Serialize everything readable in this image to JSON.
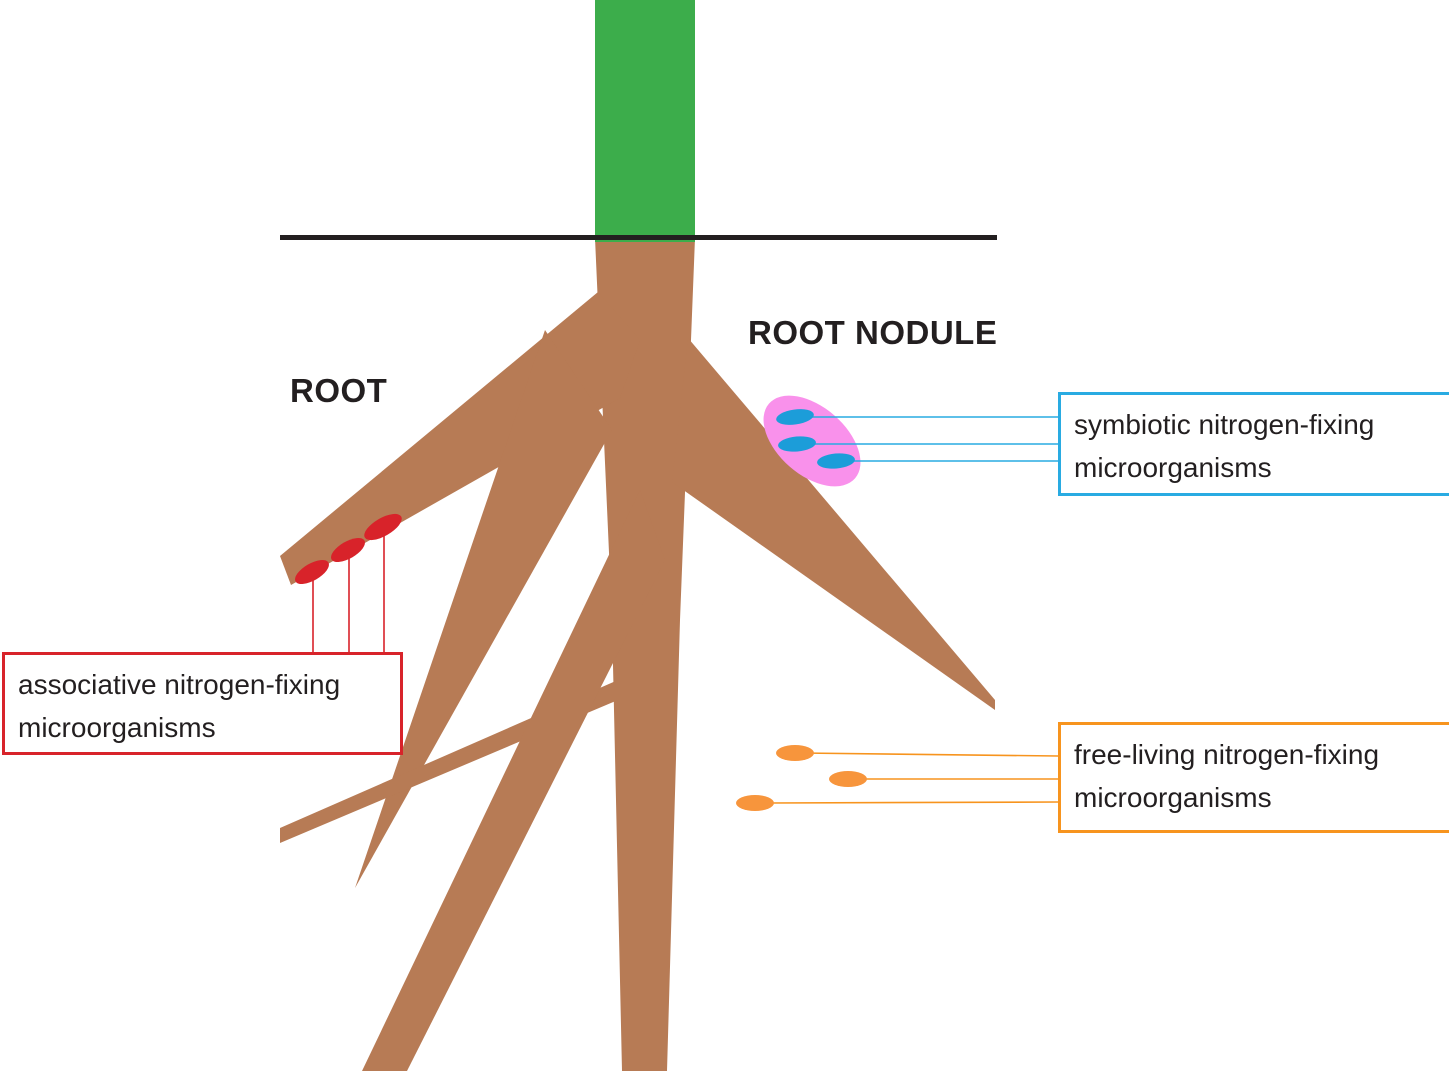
{
  "labels": {
    "root": "ROOT",
    "root_nodule": "ROOT NODULE"
  },
  "boxes": {
    "associative": {
      "line1": "associative nitrogen-fixing",
      "line2": "microorganisms",
      "border_color": "#D8232A"
    },
    "symbiotic": {
      "line1": "symbiotic nitrogen-fixing",
      "line2": "microorganisms",
      "border_color": "#29ABE2"
    },
    "free_living": {
      "line1": "free-living nitrogen-fixing",
      "line2": "microorganisms",
      "border_color": "#F7941E"
    }
  },
  "colors": {
    "stem_green": "#3CAD4B",
    "root_brown": "#B77B55",
    "soil_line_black": "#231F20",
    "nodule_pink": "#F991EB",
    "symbiotic_cell_blue": "#1C9DD9",
    "symbiotic_line_blue": "#29ABE2",
    "associative_cell_red": "#D8232A",
    "free_living_cell_orange": "#F7953C",
    "free_living_line_orange": "#F7941E",
    "text": "#231F20"
  }
}
